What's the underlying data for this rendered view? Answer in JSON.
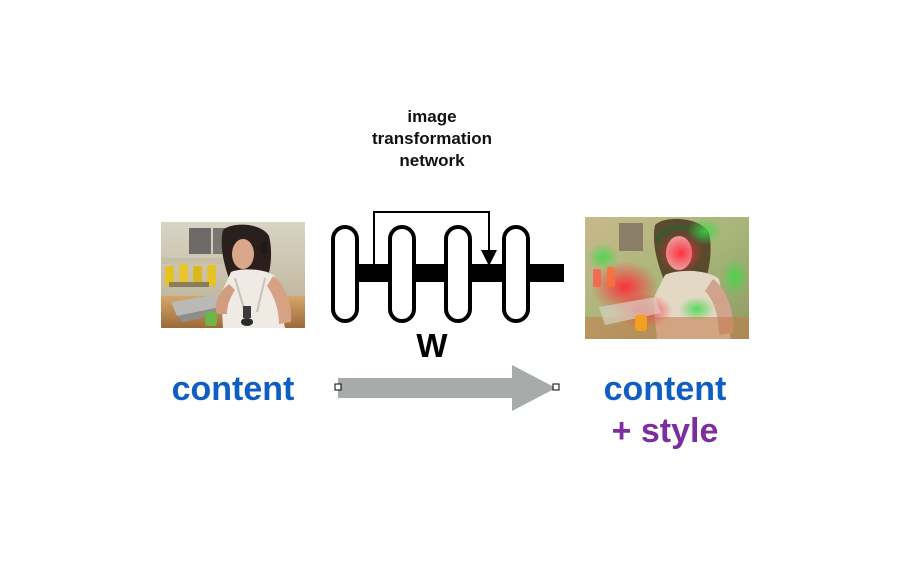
{
  "network": {
    "title_lines": [
      "image",
      "transformation",
      "network"
    ],
    "weight_label": "W"
  },
  "input": {
    "label": "content"
  },
  "output": {
    "label_line1": "content",
    "label_line2": "+ style"
  },
  "colors": {
    "content_text": "#0f5fc3",
    "style_text": "#7b2f9e",
    "arrow": "#a7abaa",
    "network": "#000000"
  },
  "icons": {
    "content_photo": "person-at-laptop-photo",
    "stylized_photo": "style-transferred-photo"
  }
}
